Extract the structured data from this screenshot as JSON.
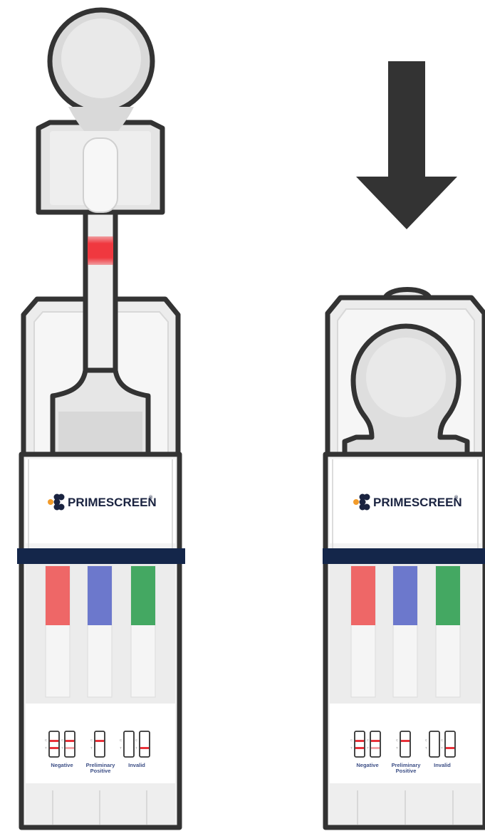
{
  "brand": {
    "name": "PRIMESCREEN",
    "mark": "®"
  },
  "legend": {
    "negative": "Negative",
    "preliminary_line1": "Preliminary",
    "preliminary_line2": "Positive",
    "invalid": "Invalid",
    "c": "C",
    "t": "T"
  },
  "colors": {
    "strip_red": "#ee6767",
    "strip_blue": "#6c78cc",
    "strip_green": "#44a862",
    "band": "#14264a",
    "arrow": "#333333",
    "sample_indicator": "#f0383f"
  },
  "icons": {
    "arrow": "down-arrow-icon",
    "logo": "primescreen-logo-icon"
  }
}
